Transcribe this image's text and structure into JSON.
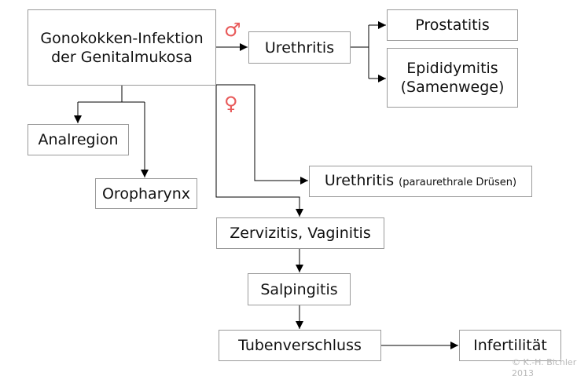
{
  "nodes": {
    "gono_line1": "Gonokokken-Infektion",
    "gono_line2": "der Genitalmukosa",
    "urethritis_m": "Urethritis",
    "prostatitis": "Prostatitis",
    "epididymitis_line1": "Epididymitis",
    "epididymitis_line2": "(Samenwege)",
    "analregion": "Analregion",
    "oropharynx": "Oropharynx",
    "urethritis_f": "Urethritis",
    "urethritis_f_note": "(paraurethrale Drüsen)",
    "zervizitis": "Zervizitis, Vaginitis",
    "salpingitis": "Salpingitis",
    "tubenverschluss": "Tubenverschluss",
    "infertilitaet": "Infertilität"
  },
  "symbols": {
    "male": "♂",
    "female": "♀"
  },
  "copyright": {
    "line1": "© K.-H. Bichler",
    "line2": "2013"
  },
  "colors": {
    "symbol": "#e85a5a",
    "border": "#9a9a9a",
    "line": "#000000",
    "copyright": "#b8b8b8"
  }
}
